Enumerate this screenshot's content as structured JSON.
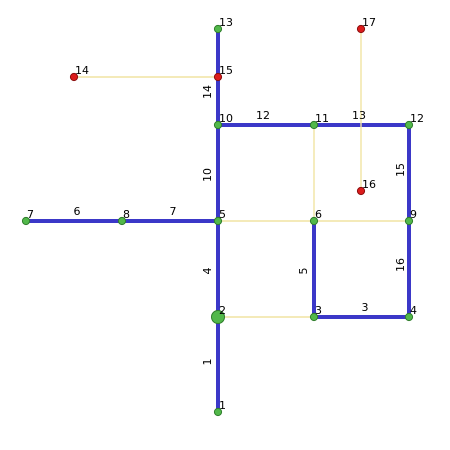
{
  "graph": {
    "nodes": [
      {
        "id": "1",
        "label": "1",
        "kind": "normal"
      },
      {
        "id": "2",
        "label": "2",
        "kind": "root"
      },
      {
        "id": "3",
        "label": "3",
        "kind": "normal"
      },
      {
        "id": "4",
        "label": "4",
        "kind": "normal"
      },
      {
        "id": "5",
        "label": "5",
        "kind": "normal"
      },
      {
        "id": "6",
        "label": "6",
        "kind": "normal"
      },
      {
        "id": "7",
        "label": "7",
        "kind": "normal"
      },
      {
        "id": "8",
        "label": "8",
        "kind": "normal"
      },
      {
        "id": "9",
        "label": "9",
        "kind": "normal"
      },
      {
        "id": "10",
        "label": "10",
        "kind": "normal"
      },
      {
        "id": "11",
        "label": "11",
        "kind": "normal"
      },
      {
        "id": "12",
        "label": "12",
        "kind": "normal"
      },
      {
        "id": "13",
        "label": "13",
        "kind": "normal"
      },
      {
        "id": "14",
        "label": "14",
        "kind": "highlight"
      },
      {
        "id": "15",
        "label": "15",
        "kind": "highlight"
      },
      {
        "id": "16",
        "label": "16",
        "kind": "highlight"
      },
      {
        "id": "17",
        "label": "17",
        "kind": "highlight"
      }
    ],
    "edges": [
      {
        "from": "1",
        "to": "2",
        "label": "1",
        "style": "main"
      },
      {
        "from": "2",
        "to": "5",
        "label": "4",
        "style": "main"
      },
      {
        "from": "3",
        "to": "4",
        "label": "3",
        "style": "main"
      },
      {
        "from": "3",
        "to": "6",
        "label": "5",
        "style": "main"
      },
      {
        "from": "7",
        "to": "8",
        "label": "6",
        "style": "main"
      },
      {
        "from": "8",
        "to": "5",
        "label": "7",
        "style": "main"
      },
      {
        "from": "5",
        "to": "10",
        "label": "10",
        "style": "main"
      },
      {
        "from": "10",
        "to": "11",
        "label": "12",
        "style": "main"
      },
      {
        "from": "11",
        "to": "12",
        "label": "13",
        "style": "main"
      },
      {
        "from": "10",
        "to": "15",
        "label": "14",
        "style": "main"
      },
      {
        "from": "15",
        "to": "13",
        "label": "",
        "style": "main"
      },
      {
        "from": "12",
        "to": "9",
        "label": "15",
        "style": "main"
      },
      {
        "from": "9",
        "to": "4",
        "label": "16",
        "style": "main"
      },
      {
        "from": "2",
        "to": "3",
        "label": "",
        "style": "light"
      },
      {
        "from": "5",
        "to": "9",
        "label": "",
        "style": "light"
      },
      {
        "from": "6",
        "to": "11",
        "label": "",
        "style": "light"
      },
      {
        "from": "14",
        "to": "15",
        "label": "",
        "style": "light"
      },
      {
        "from": "16",
        "to": "17",
        "label": "",
        "style": "light"
      }
    ]
  }
}
